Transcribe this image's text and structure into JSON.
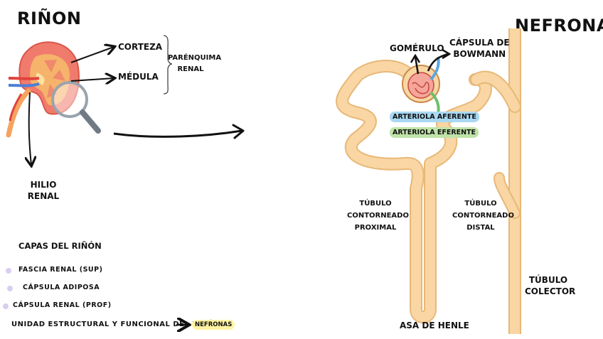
{
  "kidney": {
    "title": "RIÑON",
    "corteza": "CORTEZA",
    "medula": "MÉDULA",
    "parenquima_line1": "PARÉNQUIMA",
    "parenquima_line2": "RENAL",
    "hilio_line1": "HILIO",
    "hilio_line2": "RENAL"
  },
  "layers": {
    "heading": "CAPAS DEL RIÑÓN",
    "items": [
      "FASCIA RENAL (SUP)",
      "CÁPSULA ADIPOSA",
      "CÁPSULA RENAL (PROF)"
    ],
    "unit_text": "UNIDAD ESTRUCTURAL Y FUNCIONAL DEL RIÑÓN",
    "unit_tag": "NEFRONAS",
    "dot_color": "#d9cdf0",
    "tag_color": "#fff3a3"
  },
  "nephron": {
    "title": "NEFRONA",
    "glomerulo": "GOMÉRULO",
    "capsula_line1": "CÁPSULA DE",
    "capsula_line2": "BOWMANN",
    "aferente": "ARTERIOLA AFERENTE",
    "eferente": "ARTERIOLA EFERENTE",
    "aferente_color": "#a9d8f2",
    "eferente_color": "#bfe3a8",
    "proximal": [
      "TÚBULO",
      "CONTORNEADO",
      "PROXIMAL"
    ],
    "distal": [
      "TÚBULO",
      "CONTORNEADO",
      "DISTAL"
    ],
    "henle": "ASA DE HENLE",
    "colector": [
      "TÚBULO",
      "COLECTOR"
    ],
    "tubule_color": "#f9d6a4"
  }
}
